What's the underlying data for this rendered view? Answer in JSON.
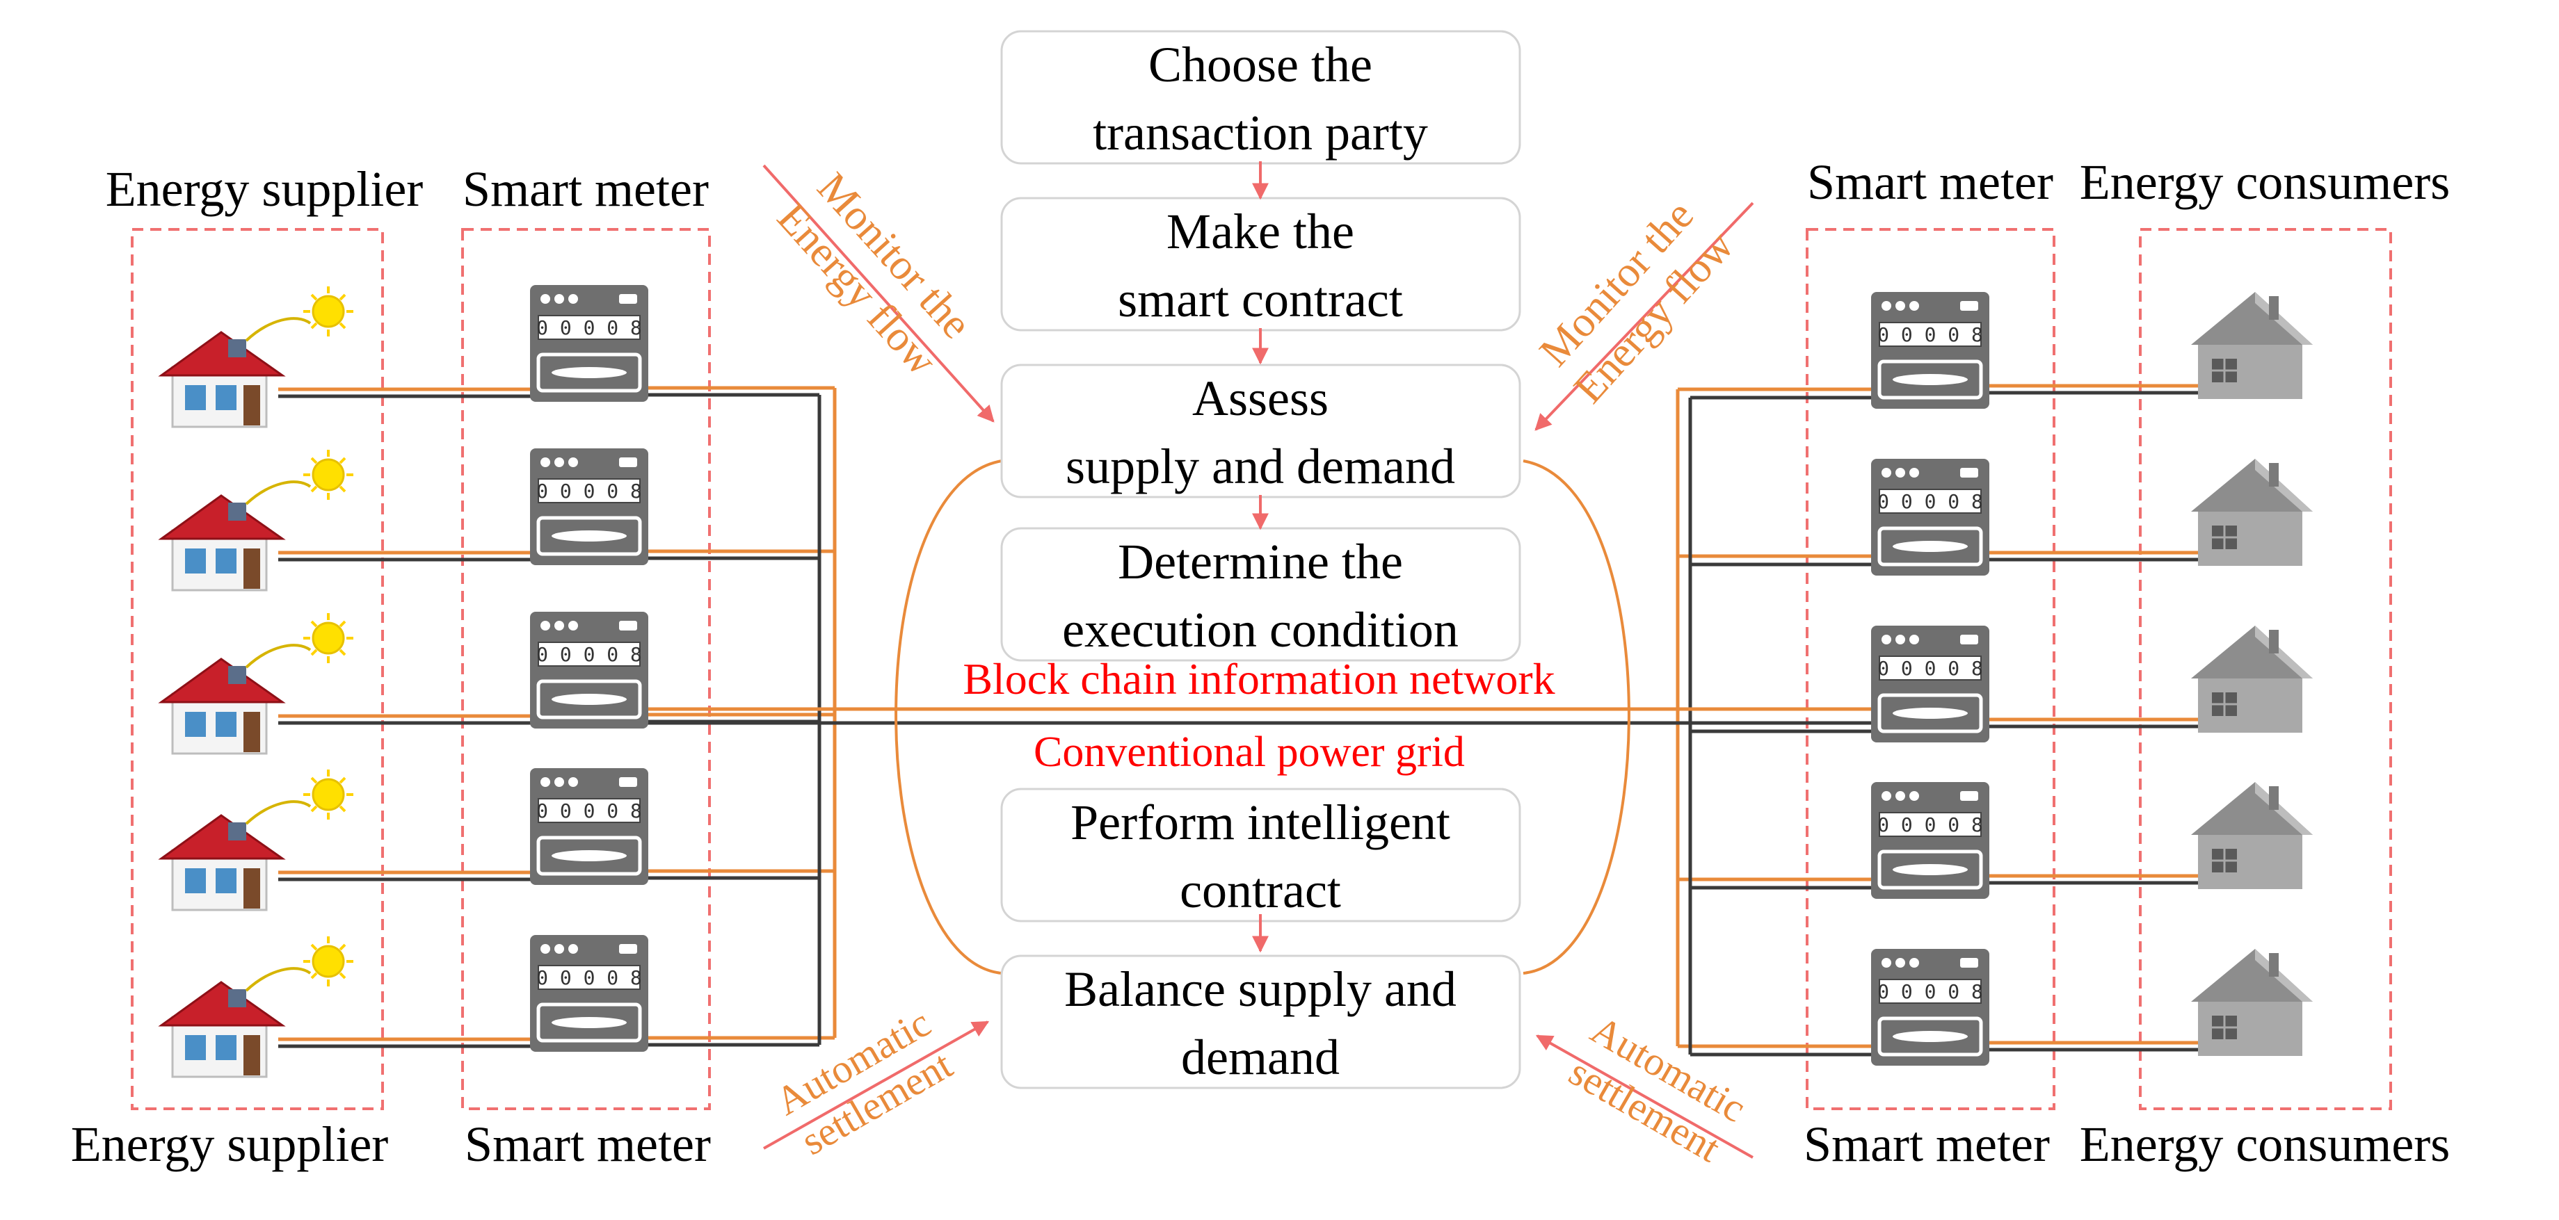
{
  "steps": [
    {
      "line1": "Choose the",
      "line2": "transaction party"
    },
    {
      "line1": "Make the",
      "line2": "smart contract"
    },
    {
      "line1": "Assess",
      "line2": "supply and demand"
    },
    {
      "line1": "Determine the",
      "line2": "execution condition"
    },
    {
      "line1": "Perform intelligent",
      "line2": "contract"
    },
    {
      "line1": "Balance supply and",
      "line2": "demand"
    }
  ],
  "labels": {
    "energy_supplier": "Energy supplier",
    "smart_meter": "Smart meter",
    "energy_consumers": "Energy consumers",
    "blockchain_network": "Block chain information network",
    "power_grid": "Conventional power grid",
    "monitor_line1": "Monitor the",
    "monitor_line2": "Energy flow",
    "settlement_line1": "Automatic",
    "settlement_line2": "settlement"
  },
  "meter_digits": "0 0 0 0 8",
  "colors": {
    "orange": "#e98a3a",
    "red_text": "#ff0000",
    "arrow": "#f06a6a",
    "dashed_box": "#f07070",
    "meter_gray": "#6f6f6f",
    "roof_red": "#c8202a",
    "house_gray": "#9a9a9a"
  }
}
